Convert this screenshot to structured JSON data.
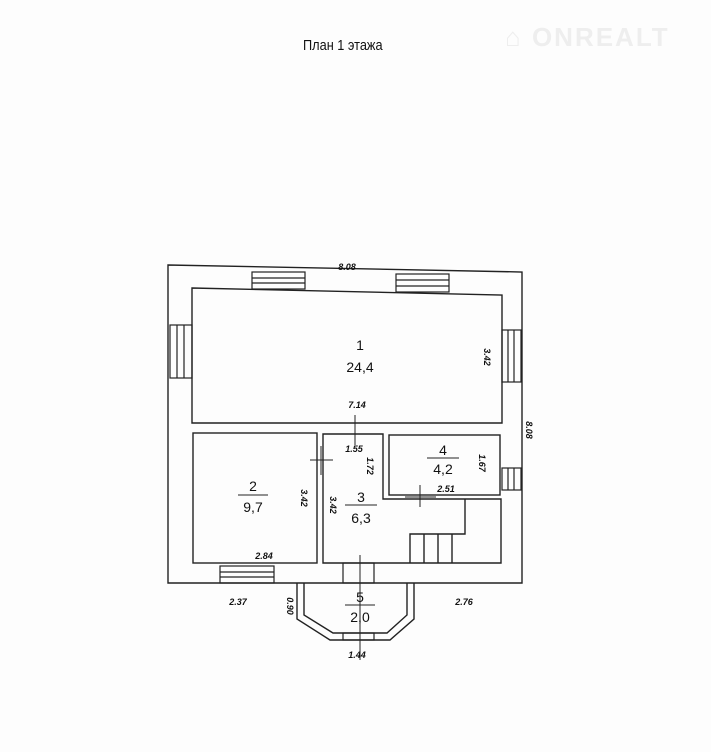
{
  "title": "План 1 этажа",
  "watermark": "ONREALT",
  "rooms": [
    {
      "number": "1",
      "area": "24,4"
    },
    {
      "number": "2",
      "area": "9,7"
    },
    {
      "number": "3",
      "area": "6,3"
    },
    {
      "number": "4",
      "area": "4,2"
    },
    {
      "number": "5",
      "area": "2,0"
    }
  ],
  "dimensions": {
    "top_width": "8.08",
    "right_height": "8.08",
    "room1_height": "3.42",
    "room1_width": "7.14",
    "door_width": "1.55",
    "room3_top": "1.72",
    "room4_height": "1.67",
    "room4_width": "2.51",
    "room2_height": "3.42",
    "room3_height": "3.42",
    "room2_width": "2.84",
    "left_bottom": "2.37",
    "right_bottom": "2.76",
    "porch_depth": "0.90",
    "porch_width": "1.44"
  }
}
